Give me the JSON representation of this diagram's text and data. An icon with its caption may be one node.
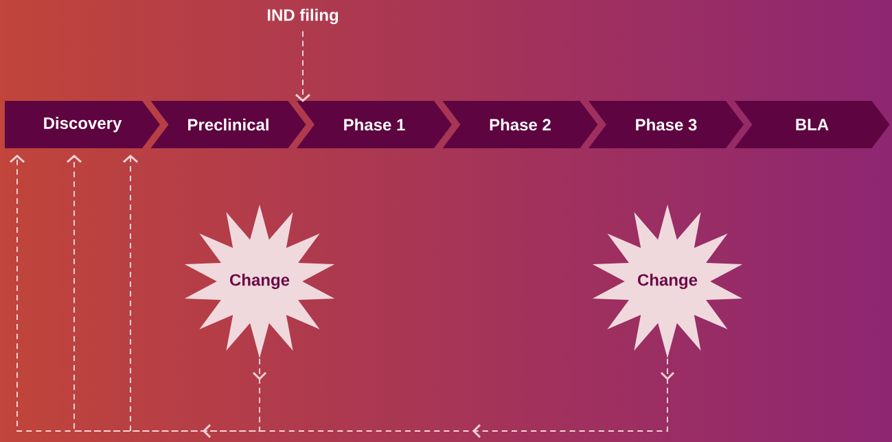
{
  "diagram": {
    "nodes": [
      {
        "text": [
          "IND filing"
        ]
      },
      {
        "text": [
          "Discovery"
        ]
      },
      {
        "text": [
          "Preclinical"
        ]
      },
      {
        "text": [
          "Phase 1"
        ]
      },
      {
        "text": [
          "Phase 2"
        ]
      },
      {
        "text": [
          "Phase 3"
        ]
      },
      {
        "text": [
          "BLA"
        ]
      },
      {
        "text": [
          "Change"
        ]
      },
      {
        "text": [
          "Change"
        ]
      }
    ],
    "edges": [
      {
        "from": 0,
        "to": 3,
        "arrow": "to",
        "style": "dashed"
      },
      {
        "from": 7,
        "to": 1,
        "arrow": "to",
        "style": "dashed"
      },
      {
        "from": 8,
        "to": 1,
        "arrow": "to",
        "style": "dashed"
      }
    ]
  }
}
